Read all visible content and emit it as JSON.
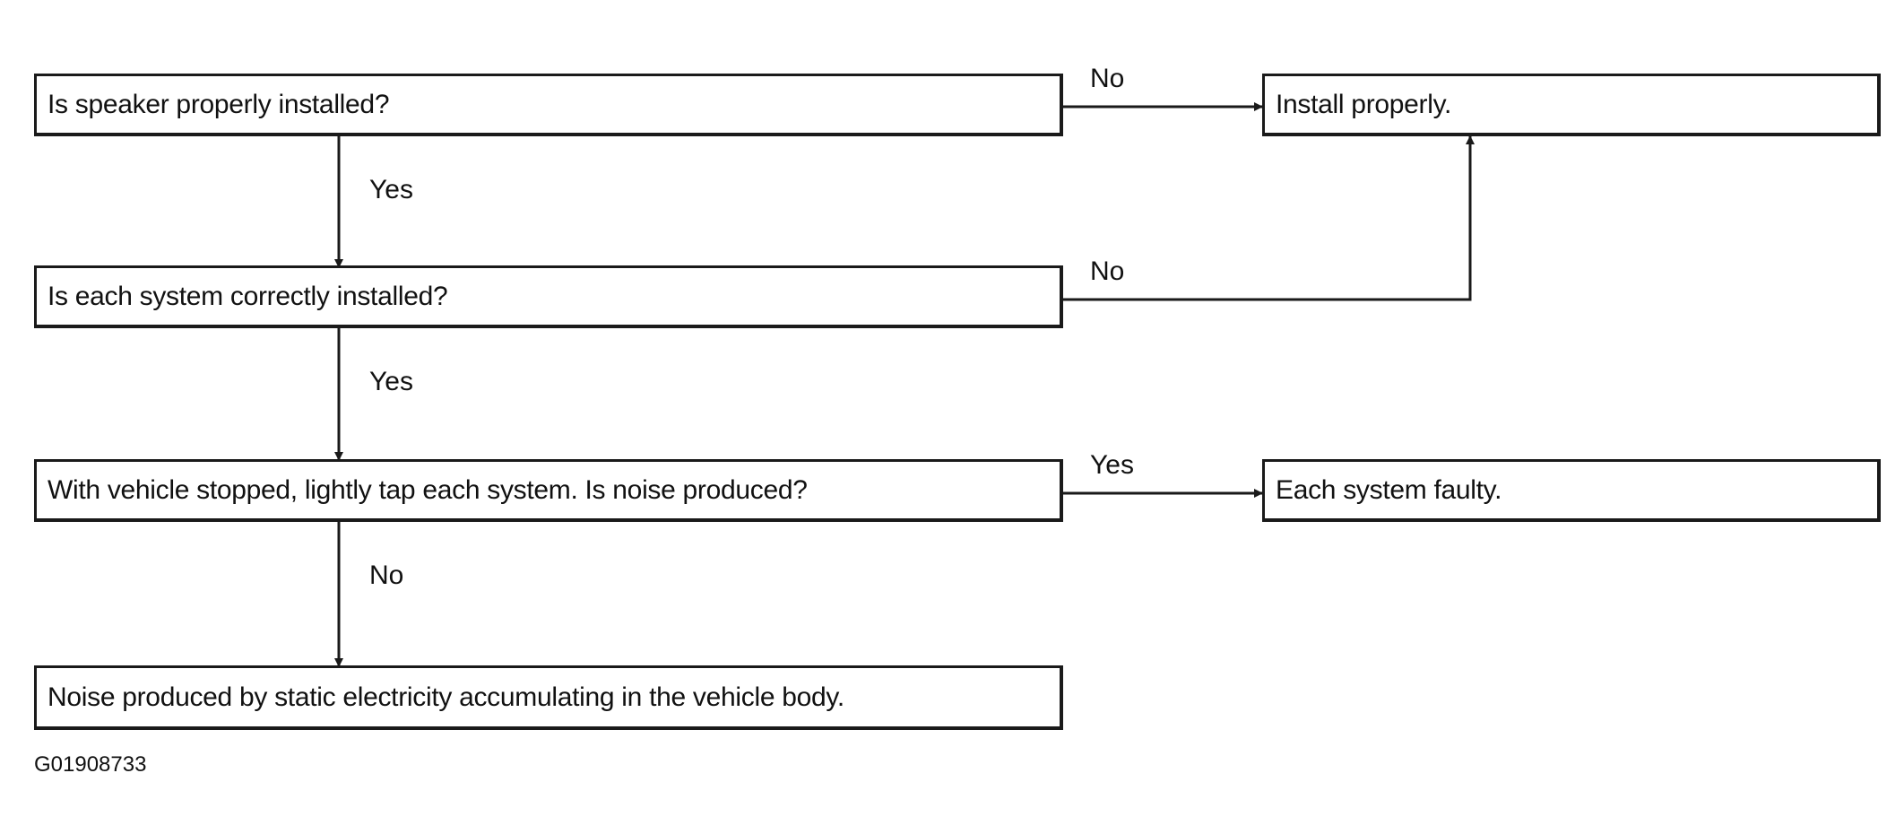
{
  "boxes": {
    "q1": "Is speaker properly installed?",
    "q2": "Is each system correctly installed?",
    "q3": "With vehicle stopped, lightly tap each system. Is noise produced?",
    "end_noise": "Noise produced by static electricity accumulating in the vehicle body.",
    "install": "Install properly.",
    "faulty": "Each system faulty."
  },
  "labels": {
    "q1_yes": "Yes",
    "q1_no": "No",
    "q2_yes": "Yes",
    "q2_no": "No",
    "q3_yes": "Yes",
    "q3_no": "No"
  },
  "figure_code": "G01908733"
}
